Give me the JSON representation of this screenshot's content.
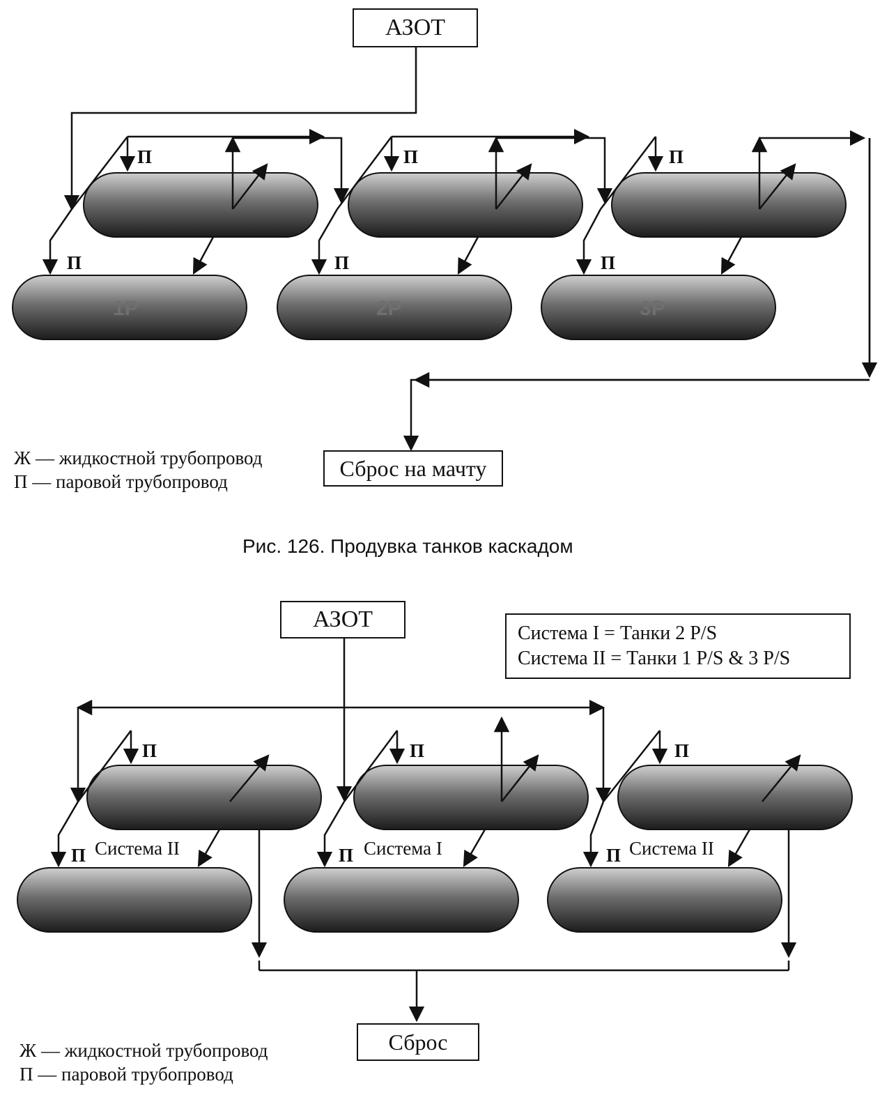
{
  "figure1": {
    "nitrogen_label": "АЗОТ",
    "vent_label": "Сброс на мачту",
    "vapor_mark": "П",
    "tank_labels": [
      "1P",
      "2P",
      "3P"
    ],
    "legend": [
      "Ж — жидкостной трубопровод",
      "П — паровой трубопровод"
    ],
    "caption": "Рис. 126. Продувка танков каскадом"
  },
  "figure2": {
    "nitrogen_label": "АЗОТ",
    "system_info": [
      "Система I = Танки 2 P/S",
      "Система II = Танки 1 P/S & 3 P/S"
    ],
    "vent_label": "Сброс",
    "vapor_mark": "П",
    "system_labels": [
      "Система II",
      "Система I",
      "Система II"
    ],
    "legend": [
      "Ж — жидкостной трубопровод",
      "П — паровой трубопровод"
    ]
  },
  "colors": {
    "line": "#111111",
    "tank_dark": "#2a2a2a",
    "tank_light": "#c8c8c8"
  }
}
